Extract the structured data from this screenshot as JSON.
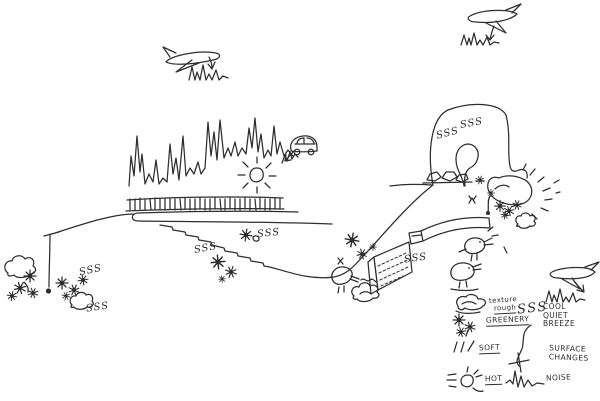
{
  "canvas": {
    "paper_color": "#ffffff",
    "ink_color": "#2e2e2e"
  },
  "marks": {
    "breeze": "SSS"
  },
  "legend": {
    "breeze_symbol": "SSS",
    "texture": "texture",
    "rough": "rough",
    "greenery": "GREENERY",
    "cool": "COOL",
    "quiet": "QUIET",
    "breeze": "BREEZE",
    "soft": "SOFT",
    "surface": "SURFACE",
    "changes": "CHANGES",
    "hot": "HOT",
    "noise": "NOISE"
  },
  "icons": {
    "airplane": "hand-drawn airplane with descent arrow",
    "noise": "sharp zigzag line",
    "breeze": "three S squiggles",
    "sun_hot": "sun with rays",
    "greenery": "flower scribble cluster",
    "texture_rough": "lumpy rock scribble",
    "soft": "three short strokes",
    "surface_changes": "curved line with cross"
  }
}
